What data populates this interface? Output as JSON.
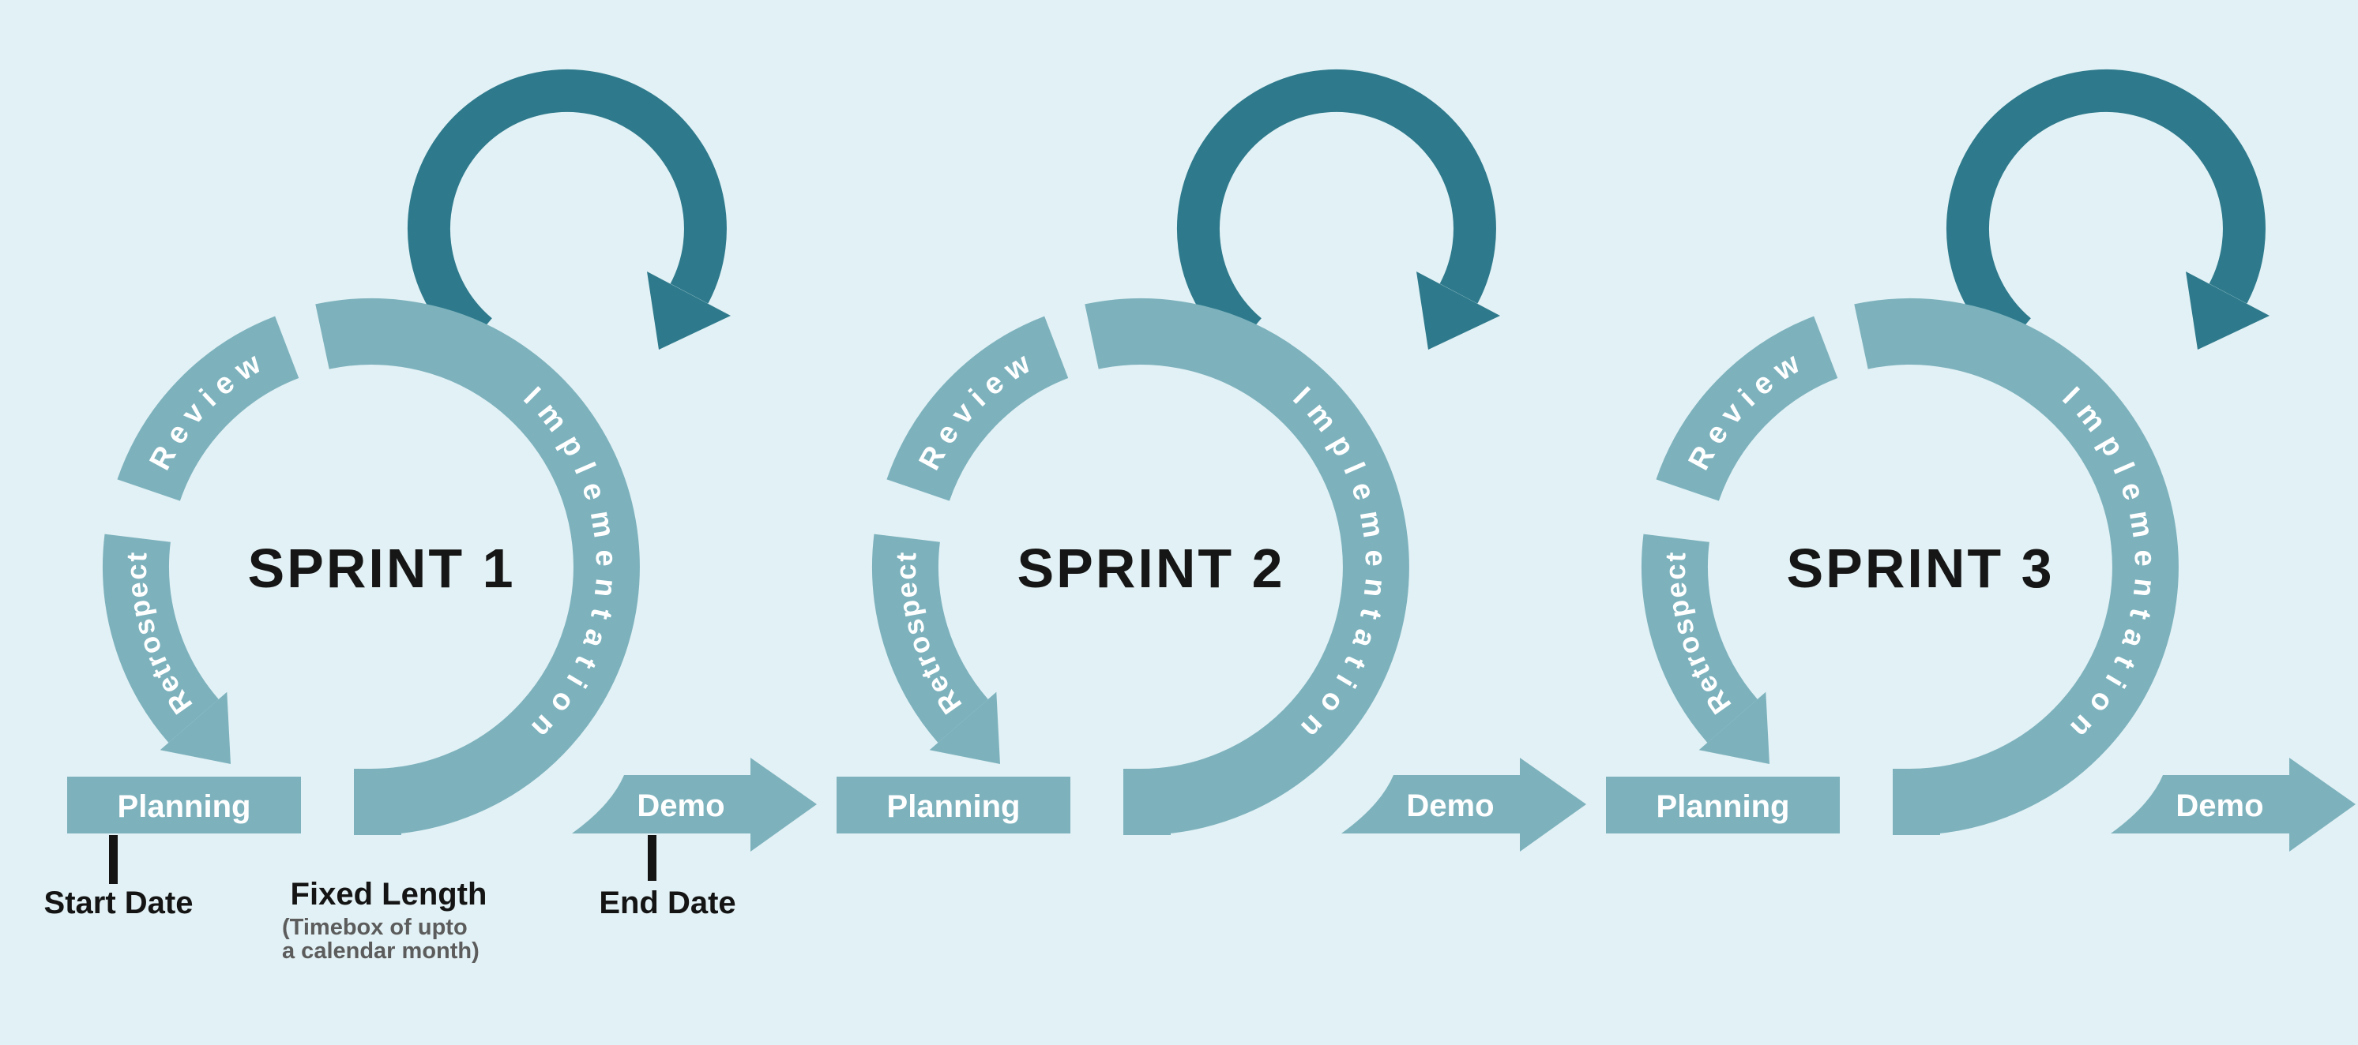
{
  "colors": {
    "background": "#e2f1f5",
    "ring": "#7db2bd",
    "loop_arrow": "#2e7a8c",
    "title_text": "#161616",
    "stage_label_text": "#ffffff",
    "annotation_text": "#141414",
    "annotation_subtext": "#5c5c5c"
  },
  "sprints": [
    {
      "title": "SPRINT 1",
      "stages": {
        "planning": "Planning",
        "implementation": "Implementation",
        "review": "Review",
        "retrospect": "Retrospect",
        "demo": "Demo"
      }
    },
    {
      "title": "SPRINT 2",
      "stages": {
        "planning": "Planning",
        "implementation": "Implementation",
        "review": "Review",
        "retrospect": "Retrospect",
        "demo": "Demo"
      }
    },
    {
      "title": "SPRINT 3",
      "stages": {
        "planning": "Planning",
        "implementation": "Implementation",
        "review": "Review",
        "retrospect": "Retrospect",
        "demo": "Demo"
      }
    }
  ],
  "timeline": {
    "start_date": "Start Date",
    "fixed_length_title": "Fixed Length",
    "fixed_length_note_line1": "(Timebox of upto",
    "fixed_length_note_line2": "a calendar month)",
    "end_date": "End Date"
  }
}
